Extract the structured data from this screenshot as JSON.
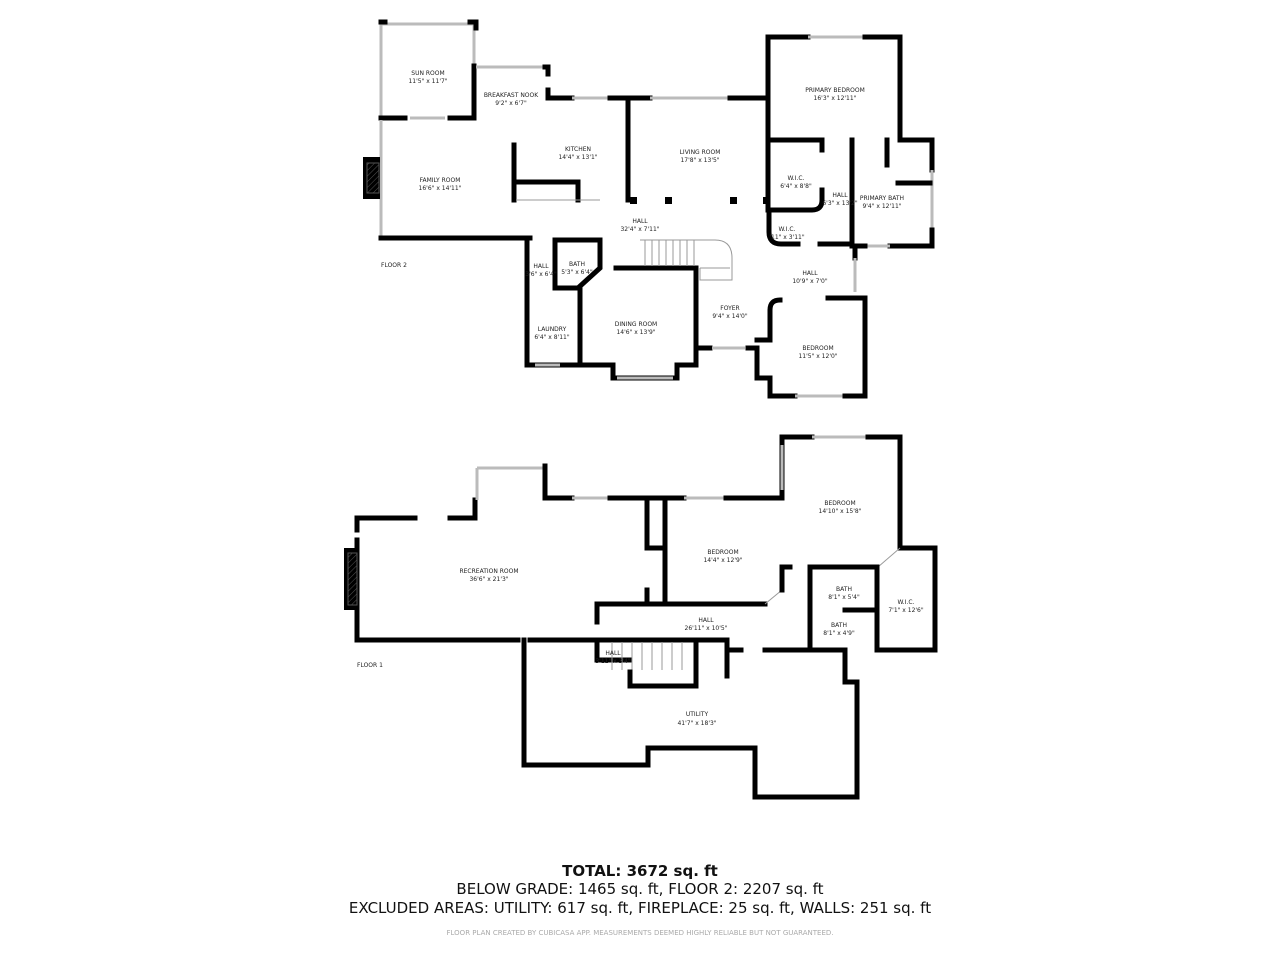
{
  "floor2": {
    "label": "FLOOR 2",
    "rooms": [
      {
        "name": "SUN ROOM",
        "size": "11'5\" x 11'7\""
      },
      {
        "name": "BREAKFAST NOOK",
        "size": "9'2\" x 6'7\""
      },
      {
        "name": "KITCHEN",
        "size": "14'4\" x 13'1\""
      },
      {
        "name": "LIVING ROOM",
        "size": "17'8\" x 13'5\""
      },
      {
        "name": "PRIMARY BEDROOM",
        "size": "16'3\" x 12'11\""
      },
      {
        "name": "FAMILY ROOM",
        "size": "16'6\" x 14'11\""
      },
      {
        "name": "W.I.C.",
        "size": "6'4\" x 8'8\""
      },
      {
        "name": "HALL",
        "size": "6'3\" x 13'2\""
      },
      {
        "name": "PRIMARY BATH",
        "size": "9'4\" x 12'11\""
      },
      {
        "name": "HALL",
        "size": "32'4\" x 7'11\""
      },
      {
        "name": "W.I.C.",
        "size": "'11\" x 3'11\""
      },
      {
        "name": "HALL",
        "size": "3'6\" x 6'4\""
      },
      {
        "name": "BATH",
        "size": "5'3\" x 6'4\""
      },
      {
        "name": "HALL",
        "size": "10'9\" x 7'0\""
      },
      {
        "name": "LAUNDRY",
        "size": "6'4\" x 8'11\""
      },
      {
        "name": "DINING ROOM",
        "size": "14'6\" x 13'9\""
      },
      {
        "name": "FOYER",
        "size": "9'4\" x 14'0\""
      },
      {
        "name": "BEDROOM",
        "size": "11'5\" x 12'0\""
      }
    ]
  },
  "floor1": {
    "label": "FLOOR 1",
    "rooms": [
      {
        "name": "BEDROOM",
        "size": "14'10\" x 15'8\""
      },
      {
        "name": "RECREATION ROOM",
        "size": "36'6\" x 21'3\""
      },
      {
        "name": "BEDROOM",
        "size": "14'4\" x 12'9\""
      },
      {
        "name": "BATH",
        "size": "8'1\" x 5'4\""
      },
      {
        "name": "W.I.C.",
        "size": "7'1\" x 12'6\""
      },
      {
        "name": "HALL",
        "size": "26'11\" x 10'5\""
      },
      {
        "name": "BATH",
        "size": "8'1\" x 4'9\""
      },
      {
        "name": "HALL",
        "size": "3'11\" x 3'4\""
      },
      {
        "name": "UTILITY",
        "size": "41'7\" x 18'3\""
      }
    ]
  },
  "summary": {
    "total": "TOTAL: 3672 sq. ft",
    "line2": "BELOW GRADE: 1465 sq. ft, FLOOR 2: 2207 sq. ft",
    "line3": "EXCLUDED AREAS: UTILITY: 617 sq. ft, FIREPLACE: 25 sq. ft, WALLS: 251 sq. ft",
    "disclaimer": "FLOOR PLAN CREATED BY CUBICASA APP. MEASUREMENTS DEEMED HIGHLY RELIABLE BUT NOT GUARANTEED."
  }
}
